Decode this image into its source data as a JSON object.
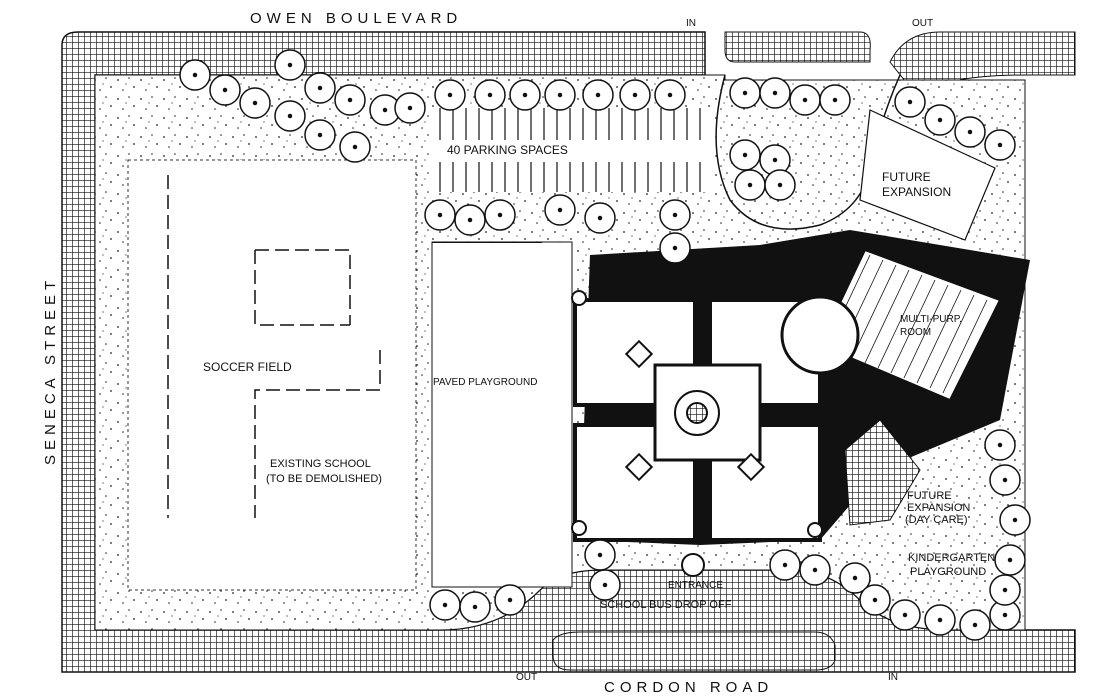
{
  "streets": {
    "north": "OWEN BOULEVARD",
    "west": "SENECA STREET",
    "south": "CORDON ROAD"
  },
  "traffic": {
    "north_in": "IN",
    "north_out": "OUT",
    "south_out": "OUT",
    "south_in": "IN"
  },
  "areas": {
    "parking": "40 PARKING SPACES",
    "future_expansion_1": "FUTURE",
    "future_expansion_2": "EXPANSION",
    "multipurpose_1": "MULTI-PURP.",
    "multipurpose_2": "ROOM",
    "soccer": "SOCCER FIELD",
    "paved": "PAVED PLAYGROUND",
    "existing_school_1": "EXISTING SCHOOL",
    "existing_school_2": "(TO BE DEMOLISHED)",
    "daycare_1": "FUTURE",
    "daycare_2": "EXPANSION",
    "daycare_3": "(DAY CARE)",
    "kinder_1": "KINDERGARTEN",
    "kinder_2": "PLAYGROUND",
    "entrance": "ENTRANCE",
    "bus": "SCHOOL BUS DROP OFF"
  }
}
